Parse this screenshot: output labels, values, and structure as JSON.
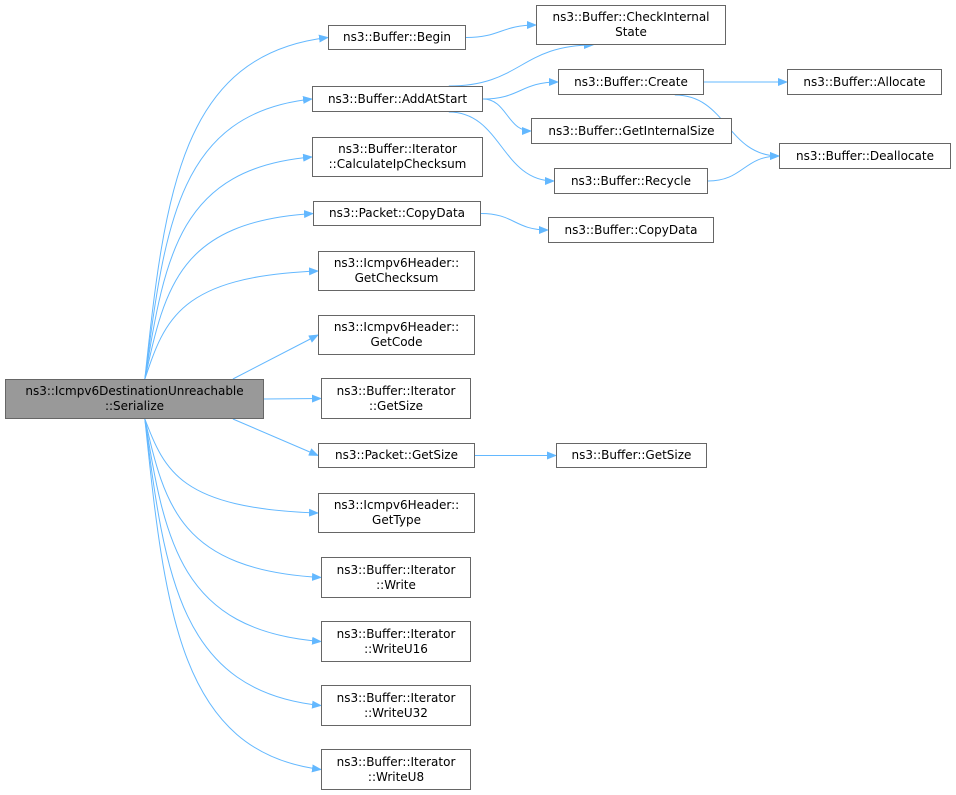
{
  "colors": {
    "edge": "#63b8ff",
    "node_border": "#666666",
    "root_fill": "#999999",
    "node_fill": "#ffffff"
  },
  "nodes": {
    "root": {
      "lines": [
        "ns3::Icmpv6DestinationUnreachable",
        "::Serialize"
      ]
    },
    "begin": {
      "lines": [
        "ns3::Buffer::Begin"
      ]
    },
    "addatstart": {
      "lines": [
        "ns3::Buffer::AddAtStart"
      ]
    },
    "calcchecksum": {
      "lines": [
        "ns3::Buffer::Iterator",
        "::CalculateIpChecksum"
      ]
    },
    "pkt_copydata": {
      "lines": [
        "ns3::Packet::CopyData"
      ]
    },
    "getchecksum": {
      "lines": [
        "ns3::Icmpv6Header::",
        "GetChecksum"
      ]
    },
    "getcode": {
      "lines": [
        "ns3::Icmpv6Header::",
        "GetCode"
      ]
    },
    "it_getsize": {
      "lines": [
        "ns3::Buffer::Iterator",
        "::GetSize"
      ]
    },
    "pkt_getsize": {
      "lines": [
        "ns3::Packet::GetSize"
      ]
    },
    "gettype": {
      "lines": [
        "ns3::Icmpv6Header::",
        "GetType"
      ]
    },
    "write": {
      "lines": [
        "ns3::Buffer::Iterator",
        "::Write"
      ]
    },
    "writeu16": {
      "lines": [
        "ns3::Buffer::Iterator",
        "::WriteU16"
      ]
    },
    "writeu32": {
      "lines": [
        "ns3::Buffer::Iterator",
        "::WriteU32"
      ]
    },
    "writeu8": {
      "lines": [
        "ns3::Buffer::Iterator",
        "::WriteU8"
      ]
    },
    "checkinternal": {
      "lines": [
        "ns3::Buffer::CheckInternal",
        "State"
      ]
    },
    "create": {
      "lines": [
        "ns3::Buffer::Create"
      ]
    },
    "getinternalsize": {
      "lines": [
        "ns3::Buffer::GetInternalSize"
      ]
    },
    "recycle": {
      "lines": [
        "ns3::Buffer::Recycle"
      ]
    },
    "buf_copydata": {
      "lines": [
        "ns3::Buffer::CopyData"
      ]
    },
    "buf_getsize": {
      "lines": [
        "ns3::Buffer::GetSize"
      ]
    },
    "allocate": {
      "lines": [
        "ns3::Buffer::Allocate"
      ]
    },
    "deallocate": {
      "lines": [
        "ns3::Buffer::Deallocate"
      ]
    }
  },
  "edges": [
    [
      "root",
      "begin"
    ],
    [
      "root",
      "addatstart"
    ],
    [
      "root",
      "calcchecksum"
    ],
    [
      "root",
      "pkt_copydata"
    ],
    [
      "root",
      "getchecksum"
    ],
    [
      "root",
      "getcode"
    ],
    [
      "root",
      "it_getsize"
    ],
    [
      "root",
      "pkt_getsize"
    ],
    [
      "root",
      "gettype"
    ],
    [
      "root",
      "write"
    ],
    [
      "root",
      "writeu16"
    ],
    [
      "root",
      "writeu32"
    ],
    [
      "root",
      "writeu8"
    ],
    [
      "begin",
      "checkinternal"
    ],
    [
      "addatstart",
      "checkinternal"
    ],
    [
      "addatstart",
      "create"
    ],
    [
      "addatstart",
      "getinternalsize"
    ],
    [
      "addatstart",
      "recycle"
    ],
    [
      "create",
      "allocate"
    ],
    [
      "create",
      "deallocate"
    ],
    [
      "recycle",
      "deallocate"
    ],
    [
      "pkt_copydata",
      "buf_copydata"
    ],
    [
      "pkt_getsize",
      "buf_getsize"
    ]
  ]
}
